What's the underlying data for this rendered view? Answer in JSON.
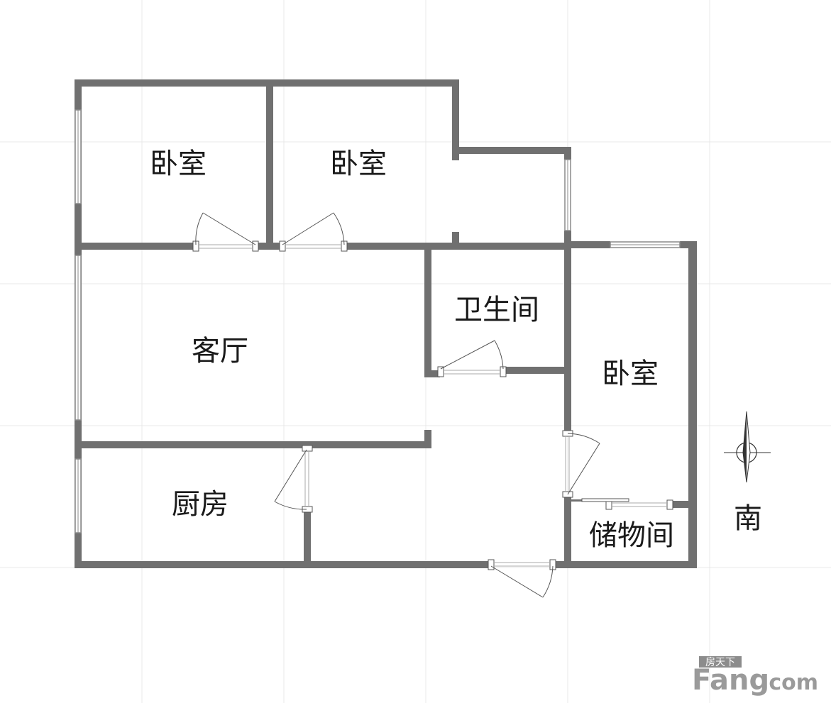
{
  "rooms": {
    "bedroom_nw": "卧室",
    "bedroom_n": "卧室",
    "bathroom": "卫生间",
    "living_room": "客厅",
    "bedroom_e": "卧室",
    "kitchen": "厨房",
    "storage": "储物间"
  },
  "compass": {
    "label": "南",
    "icon": "compass-arrow-icon"
  },
  "watermark": {
    "small": "房天下",
    "brand": "Fang",
    "domain": ".com"
  },
  "colors": {
    "wall": "#707070",
    "grid": "#e6e6e6",
    "window": "#9a9a9a",
    "door": "#555555",
    "text": "#1a1a1a"
  }
}
